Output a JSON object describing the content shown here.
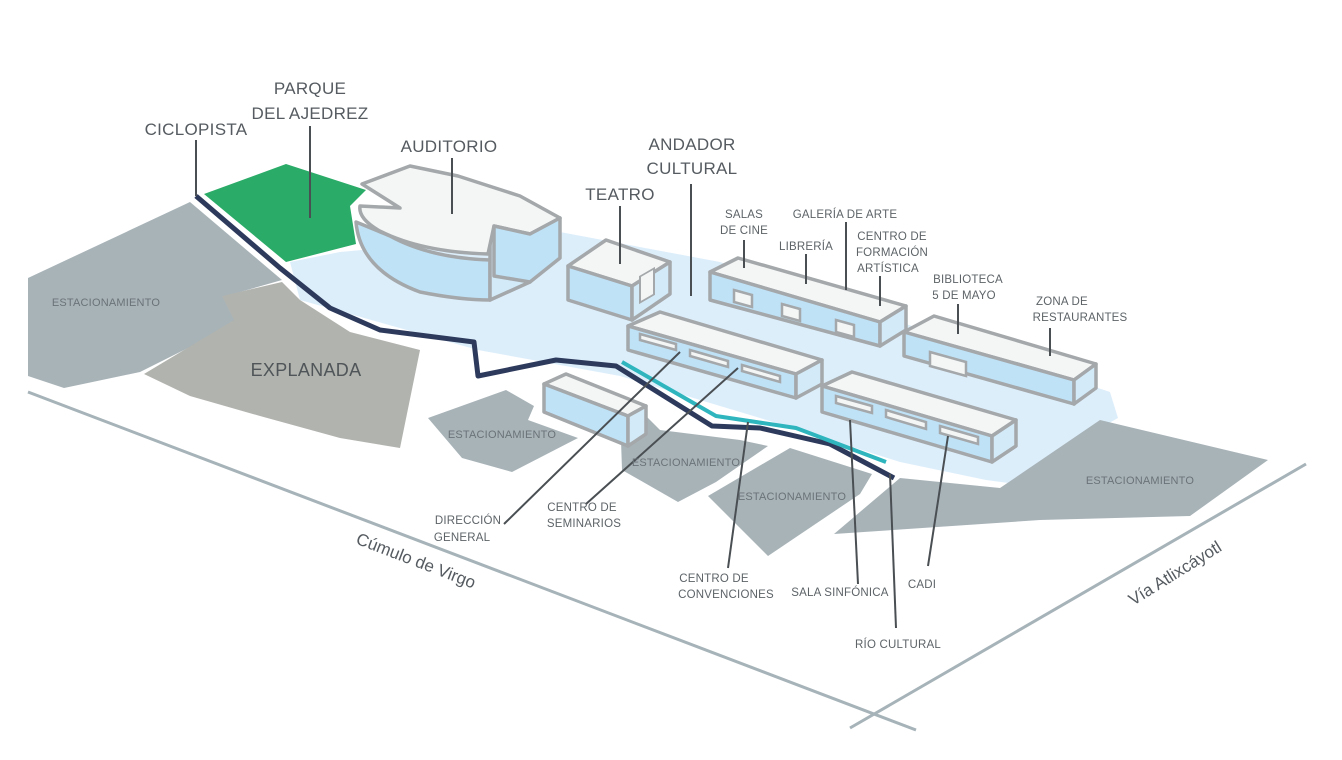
{
  "labels": {
    "parque": [
      "PARQUE",
      "DEL AJEDREZ"
    ],
    "ciclopista": "CICLOPISTA",
    "auditorio": "AUDITORIO",
    "teatro": "TEATRO",
    "andador": [
      "ANDADOR",
      "CULTURAL"
    ],
    "salas_cine": [
      "SALAS",
      "DE CINE"
    ],
    "libreria": "LIBRERÍA",
    "galeria": "GALERÍA DE ARTE",
    "centro_formacion": [
      "CENTRO DE",
      "FORMACIÓN",
      "ARTÍSTICA"
    ],
    "biblioteca": [
      "BIBLIOTECA",
      "5 DE MAYO"
    ],
    "zona_restaurantes": [
      "ZONA DE",
      "RESTAURANTES"
    ],
    "explanada": "EXPLANADA",
    "direccion": [
      "DIRECCIÓN",
      "GENERAL"
    ],
    "centro_seminarios": [
      "CENTRO DE",
      "SEMINARIOS"
    ],
    "centro_convenciones": [
      "CENTRO DE",
      "CONVENCIONES"
    ],
    "sala_sinfonica": "SALA SINFÓNICA",
    "cadi": "CADI",
    "rio_cultural": "RÍO CULTURAL"
  },
  "parking": {
    "p1": "ESTACIONAMIENTO",
    "p2": "ESTACIONAMIENTO",
    "p3": "ESTACIONAMIENTO",
    "p4": "ESTACIONAMIENTO",
    "p5": "ESTACIONAMIENTO"
  },
  "roads": {
    "cumulo": "Cúmulo de Virgo",
    "atlixcayotl": "Vía Atlixcáyotl"
  },
  "colors": {
    "park_green": "#2aab67",
    "parking_gray": "#a8b3b8",
    "explanada_gray": "#b1b3ae",
    "plaza_blue": "#ddeefb",
    "building_side": "#bfe2f7",
    "building_top": "#f4f5f5",
    "building_outline": "#a4a8aa",
    "bike_path": "#2d3a5c",
    "river": "#2fb5bd",
    "road_line": "#a6b3b8"
  }
}
